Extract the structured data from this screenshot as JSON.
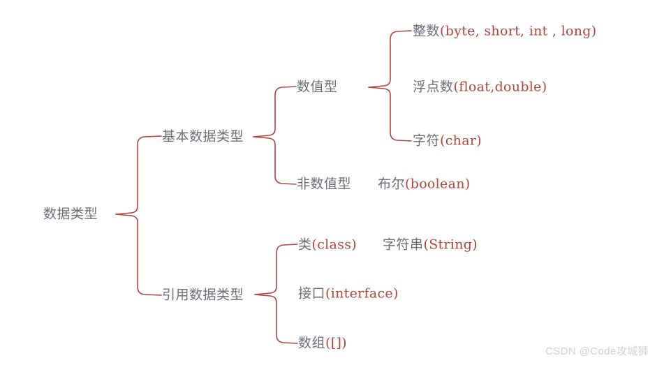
{
  "diagram": {
    "title_node": {
      "label": "数据类型"
    },
    "nodes": {
      "root": "数据类型",
      "primitive": "基本数据类型",
      "reference": "引用数据类型",
      "numeric": "数值型",
      "non_numeric": "非数值型",
      "boolean_leaf_cn": "布尔",
      "boolean_leaf_code": "(boolean)",
      "integer_cn": "整数",
      "integer_code": "(byte, short, int , long)",
      "float_cn": "浮点数",
      "float_code": "(float,double)",
      "char_cn": "字符",
      "char_code": "(char)",
      "class_cn": "类",
      "class_code": "(class)",
      "string_cn": "字符串",
      "string_code": "(String)",
      "interface_cn": "接口",
      "interface_code": "(interface)",
      "array_cn": "数组",
      "array_code": "([])"
    },
    "colors": {
      "connector": "#b5453c",
      "chinese_text": "#6e6e77",
      "code_text": "#b0453d",
      "watermark": "#d2d2d2",
      "background": "#ffffff"
    }
  },
  "watermark": {
    "text": "CSDN @Code攻城狮"
  }
}
